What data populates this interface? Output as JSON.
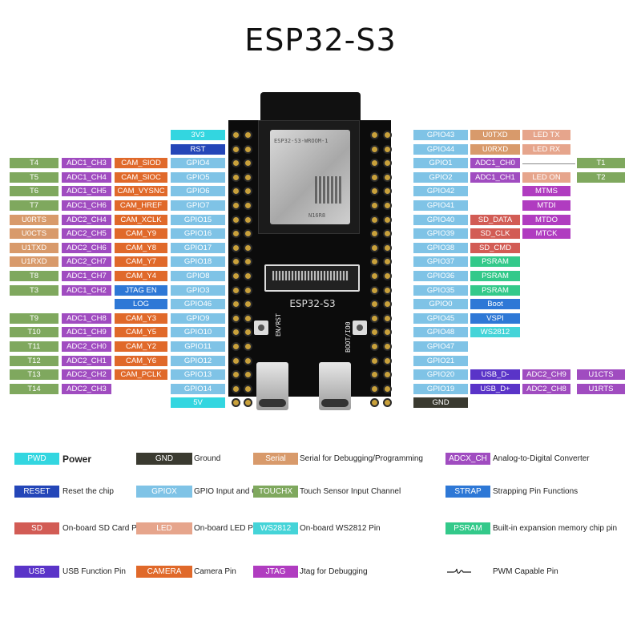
{
  "title": "ESP32-S3",
  "board": {
    "module_marking": "ESP32-S3-WROOM-1",
    "module_sub": "N16R8",
    "name": "ESP32-S3",
    "button_left": "EN/RST",
    "button_right": "BOOT/IO0"
  },
  "colors": {
    "pwd": "#33d6e0",
    "gnd": "#3a3a30",
    "serial": "#d89a6b",
    "adc": "#a04cc0",
    "reset": "#2446b8",
    "gpio": "#7fc3e6",
    "touch": "#7fa85e",
    "strap": "#2e78d6",
    "sd": "#d25c55",
    "led": "#e6a58c",
    "ws2812": "#45d4d8",
    "psram": "#33c98a",
    "usb": "#5a34c8",
    "camera": "#e0692a",
    "jtag": "#b03cc0"
  },
  "left_pins": [
    {
      "gpio": "3V3",
      "type": "pwd"
    },
    {
      "gpio": "RST",
      "type": "reset"
    },
    {
      "gpio": "GPIO4",
      "touch": "T4",
      "adc": "ADC1_CH3",
      "func": "CAM_SIOD",
      "func_type": "camera"
    },
    {
      "gpio": "GPIO5",
      "touch": "T5",
      "adc": "ADC1_CH4",
      "func": "CAM_SIOC",
      "func_type": "camera"
    },
    {
      "gpio": "GPIO6",
      "touch": "T6",
      "adc": "ADC1_CH5",
      "func": "CAM_VYSNC",
      "func_type": "camera"
    },
    {
      "gpio": "GPIO7",
      "touch": "T7",
      "adc": "ADC1_CH6",
      "func": "CAM_HREF",
      "func_type": "camera"
    },
    {
      "gpio": "GPIO15",
      "serial": "U0RTS",
      "adc": "ADC2_CH4",
      "func": "CAM_XCLK",
      "func_type": "camera"
    },
    {
      "gpio": "GPIO16",
      "serial": "U0CTS",
      "adc": "ADC2_CH5",
      "func": "CAM_Y9",
      "func_type": "camera"
    },
    {
      "gpio": "GPIO17",
      "serial": "U1TXD",
      "adc": "ADC2_CH6",
      "func": "CAM_Y8",
      "func_type": "camera"
    },
    {
      "gpio": "GPIO18",
      "serial": "U1RXD",
      "adc": "ADC2_CH7",
      "func": "CAM_Y7",
      "func_type": "camera"
    },
    {
      "gpio": "GPIO8",
      "touch": "T8",
      "adc": "ADC1_CH7",
      "func": "CAM_Y4",
      "func_type": "camera"
    },
    {
      "gpio": "GPIO3",
      "touch": "T3",
      "adc": "ADC1_CH2",
      "func": "JTAG EN",
      "func_type": "strap"
    },
    {
      "gpio": "GPIO46",
      "func": "LOG",
      "func_type": "strap"
    },
    {
      "gpio": "GPIO9",
      "touch": "T9",
      "adc": "ADC1_CH8",
      "func": "CAM_Y3",
      "func_type": "camera"
    },
    {
      "gpio": "GPIO10",
      "touch": "T10",
      "adc": "ADC1_CH9",
      "func": "CAM_Y5",
      "func_type": "camera"
    },
    {
      "gpio": "GPIO11",
      "touch": "T11",
      "adc": "ADC2_CH0",
      "func": "CAM_Y2",
      "func_type": "camera"
    },
    {
      "gpio": "GPIO12",
      "touch": "T12",
      "adc": "ADC2_CH1",
      "func": "CAM_Y6",
      "func_type": "camera"
    },
    {
      "gpio": "GPIO13",
      "touch": "T13",
      "adc": "ADC2_CH2",
      "func": "CAM_PCLK",
      "func_type": "camera"
    },
    {
      "gpio": "GPIO14",
      "touch": "T14",
      "adc": "ADC2_CH3"
    },
    {
      "gpio": "5V",
      "type": "pwd"
    }
  ],
  "right_pins": [
    {
      "gpio": "GPIO43",
      "a": "U0TXD",
      "a_type": "serial",
      "b": "LED TX",
      "b_type": "led"
    },
    {
      "gpio": "GPIO44",
      "a": "U0RXD",
      "a_type": "serial",
      "b": "LED RX",
      "b_type": "led"
    },
    {
      "gpio": "GPIO1",
      "a": "ADC1_CH0",
      "a_type": "adc",
      "far": "T1",
      "far_type": "touch"
    },
    {
      "gpio": "GPIO2",
      "a": "ADC1_CH1",
      "a_type": "adc",
      "b": "LED ON",
      "b_type": "led",
      "far": "T2",
      "far_type": "touch"
    },
    {
      "gpio": "GPIO42",
      "b": "MTMS",
      "b_type": "jtag"
    },
    {
      "gpio": "GPIO41",
      "b": "MTDI",
      "b_type": "jtag"
    },
    {
      "gpio": "GPIO40",
      "a": "SD_DATA",
      "a_type": "sd",
      "b": "MTDO",
      "b_type": "jtag"
    },
    {
      "gpio": "GPIO39",
      "a": "SD_CLK",
      "a_type": "sd",
      "b": "MTCK",
      "b_type": "jtag"
    },
    {
      "gpio": "GPIO38",
      "a": "SD_CMD",
      "a_type": "sd"
    },
    {
      "gpio": "GPIO37",
      "a": "PSRAM",
      "a_type": "psram"
    },
    {
      "gpio": "GPIO36",
      "a": "PSRAM",
      "a_type": "psram"
    },
    {
      "gpio": "GPIO35",
      "a": "PSRAM",
      "a_type": "psram"
    },
    {
      "gpio": "GPIO0",
      "a": "Boot",
      "a_type": "strap"
    },
    {
      "gpio": "GPIO45",
      "a": "VSPI",
      "a_type": "strap"
    },
    {
      "gpio": "GPIO48",
      "a": "WS2812",
      "a_type": "ws2812"
    },
    {
      "gpio": "GPIO47"
    },
    {
      "gpio": "GPIO21"
    },
    {
      "gpio": "GPIO20",
      "a": "USB_D-",
      "a_type": "usb",
      "b": "ADC2_CH9",
      "b_type": "adc",
      "far": "U1CTS",
      "far_type": "adc"
    },
    {
      "gpio": "GPIO19",
      "a": "USB_D+",
      "a_type": "usb",
      "b": "ADC2_CH8",
      "b_type": "adc",
      "far": "U1RTS",
      "far_type": "adc"
    },
    {
      "gpio": "GND",
      "type": "gnd"
    }
  ],
  "legend": [
    {
      "swatch": "PWD",
      "color": "pwd",
      "text": "Power"
    },
    {
      "swatch": "GND",
      "color": "gnd",
      "text": "Ground"
    },
    {
      "swatch": "Serial",
      "color": "serial",
      "text": "Serial for Debugging/Programming"
    },
    {
      "swatch": "ADCX_CH",
      "color": "adc",
      "text": "Analog-to-Digital Converter"
    },
    {
      "swatch": "RESET",
      "color": "reset",
      "text": "Reset the chip"
    },
    {
      "swatch": "GPIOX",
      "color": "gpio",
      "text": "GPIO Input and Output"
    },
    {
      "swatch": "TOUCHX",
      "color": "touch",
      "text": "Touch Sensor Input Channel"
    },
    {
      "swatch": "STRAP",
      "color": "strap",
      "text": "Strapping Pin Functions"
    },
    {
      "swatch": "SD",
      "color": "sd",
      "text": "On-board SD Card Pin"
    },
    {
      "swatch": "LED",
      "color": "led",
      "text": "On-board LED Pin"
    },
    {
      "swatch": "WS2812",
      "color": "ws2812",
      "text": "On-board WS2812 Pin"
    },
    {
      "swatch": "PSRAM",
      "color": "psram",
      "text": "Built-in expansion memory chip pin"
    },
    {
      "swatch": "USB",
      "color": "usb",
      "text": "USB Function Pin"
    },
    {
      "swatch": "CAMERA",
      "color": "camera",
      "text": "Camera Pin"
    },
    {
      "swatch": "JTAG",
      "color": "jtag",
      "text": "Jtag for Debugging"
    },
    {
      "swatch": "",
      "color": "",
      "text": "PWM Capable Pin"
    }
  ]
}
